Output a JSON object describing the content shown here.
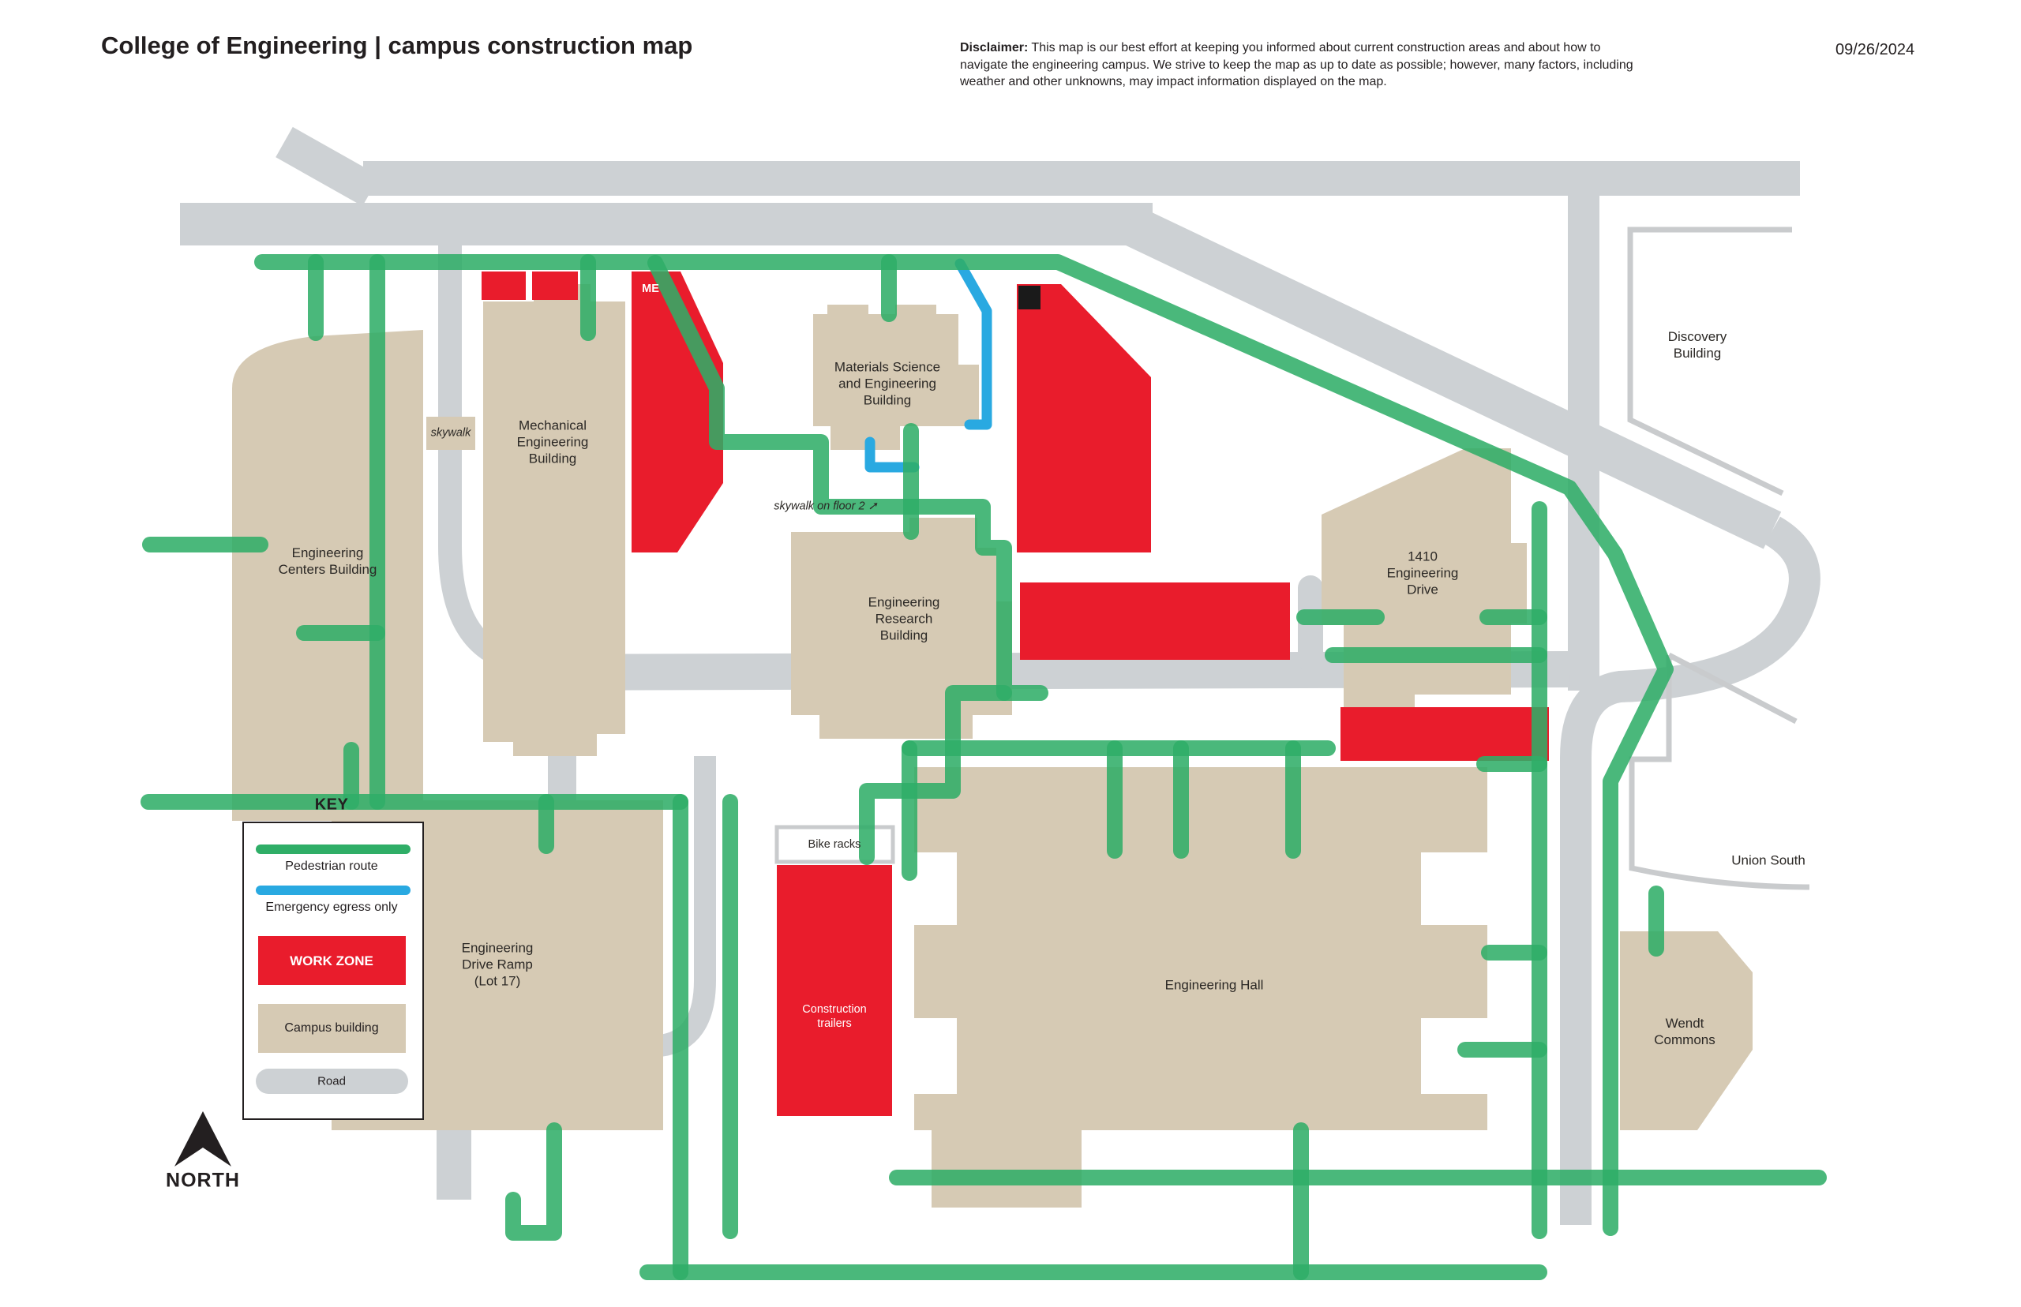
{
  "header": {
    "title": "College of Engineering | campus construction map",
    "date": "09/26/2024",
    "disclaimer_label": "Disclaimer:",
    "disclaimer_text": " This map is our best effort at keeping you informed about current construction areas and about how to navigate the engineering campus. We strive to keep the map as up to date as possible; however, many factors, including weather and other unknowns, may impact information displayed on the map."
  },
  "key": {
    "title": "KEY",
    "pedestrian_route": "Pedestrian route",
    "emergency_egress": "Emergency egress only",
    "work_zone": "WORK ZONE",
    "campus_building": "Campus building",
    "road": "Road",
    "north": "NORTH"
  },
  "map": {
    "buildings": {
      "ecb": "Engineering\nCenters Building",
      "meb": "Mechanical\nEngineering\nBuilding",
      "matsci": "Materials Science\nand Engineering\nBuilding",
      "erb": "Engineering\nResearch\nBuilding",
      "ramp": "Engineering\nDrive Ramp\n(Lot 17)",
      "hall": "Engineering Hall",
      "b1410": "1410\nEngineering\nDrive",
      "wendt": "Wendt\nCommons",
      "discovery": "Discovery\nBuilding",
      "union_south": "Union South"
    },
    "annotations": {
      "skywalk": "skywalk",
      "skywalk_floor2": "skywalk on floor 2 ➚",
      "me_zone": "ME",
      "bike_racks": "Bike racks",
      "construction_trailers": "Construction\ntrailers"
    }
  },
  "colors": {
    "road": "#cdd1d4",
    "outline": "#c9cbcd",
    "campus_building": "#d6cab4",
    "work_zone_red": "#e91c2c",
    "pedestrian_green": "#2fae67",
    "egress_blue": "#29a9e1",
    "text": "#231f20"
  }
}
